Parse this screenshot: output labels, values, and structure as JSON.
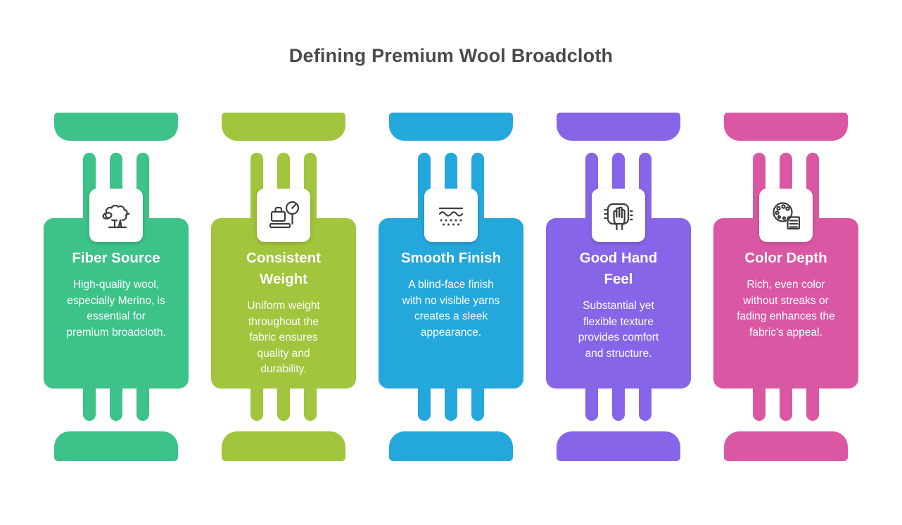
{
  "page": {
    "title": "Defining Premium Wool Broadcloth",
    "background_color": "#ffffff",
    "title_color": "#4a4a4a",
    "text_color": "#ffffff"
  },
  "cards": [
    {
      "id": "fiber-source",
      "color": "#3dc289",
      "icon": "sheep-icon",
      "title": "Fiber Source",
      "description": "High-quality wool,\nespecially Merino, is\nessential for\npremium broadcloth."
    },
    {
      "id": "consistent-weight",
      "color": "#a1c53d",
      "icon": "weight-scale-icon",
      "title": "Consistent\nWeight",
      "description": "Uniform weight\nthroughout the\nfabric ensures\nquality and\ndurability."
    },
    {
      "id": "smooth-finish",
      "color": "#24a8dc",
      "icon": "smooth-surface-icon",
      "title": "Smooth Finish",
      "description": "A blind-face finish\nwith no visible yarns\ncreates a sleek\nappearance."
    },
    {
      "id": "good-hand-feel",
      "color": "#8765e8",
      "icon": "hand-touch-icon",
      "title": "Good Hand\nFeel",
      "description": "Substantial yet\nflexible texture\nprovides comfort\nand structure."
    },
    {
      "id": "color-depth",
      "color": "#da58a3",
      "icon": "color-palette-icon",
      "title": "Color Depth",
      "description": "Rich, even color\nwithout streaks or\nfading enhances the\nfabric's appeal."
    }
  ]
}
